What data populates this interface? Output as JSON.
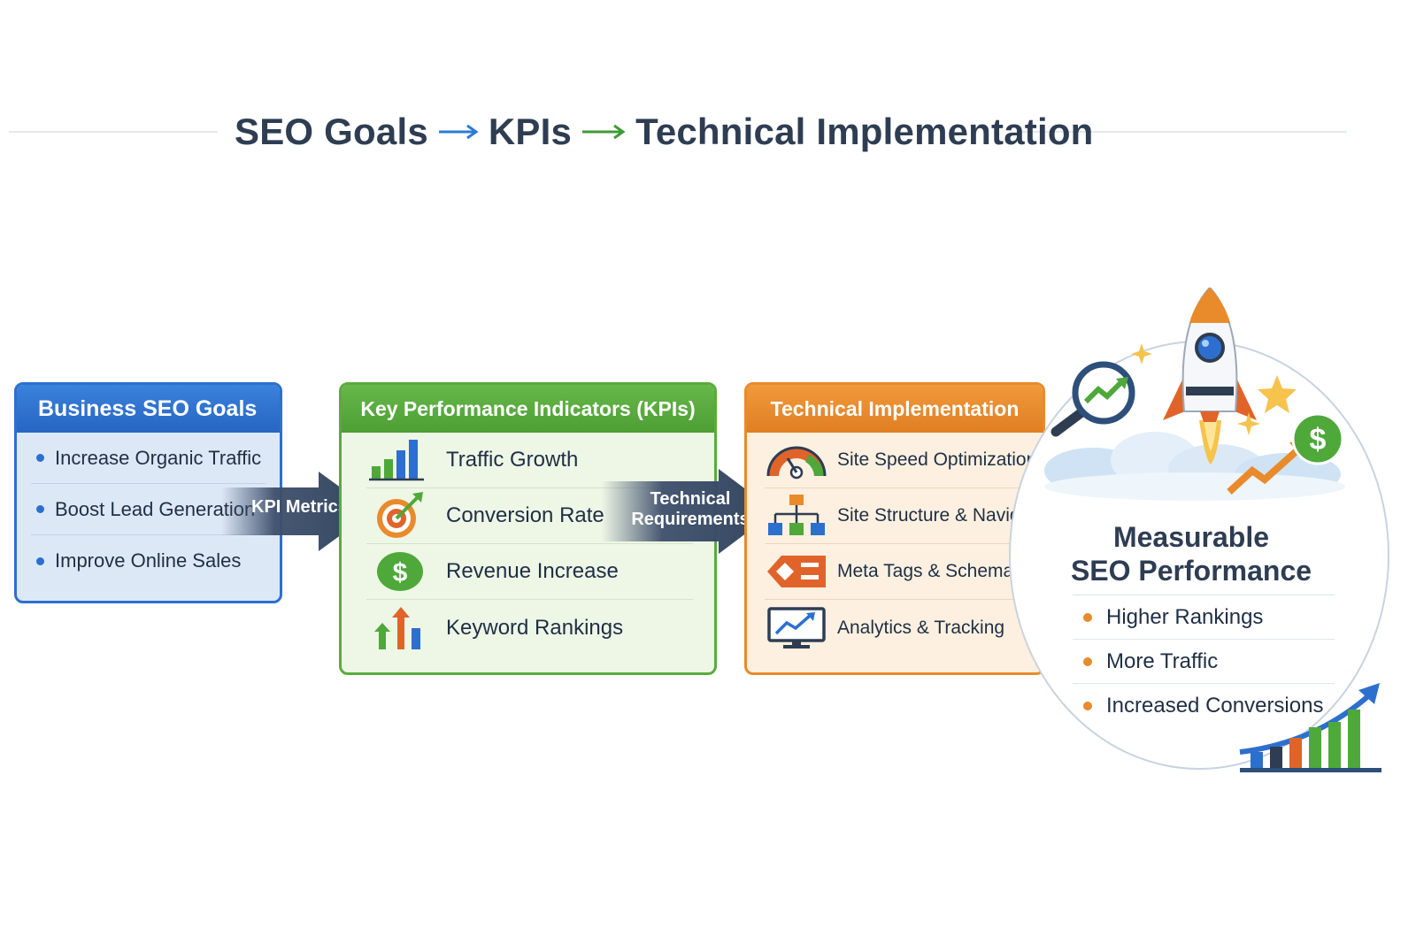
{
  "title": {
    "part1": "SEO Goals",
    "part2": "KPIs",
    "part3": "Technical Implementation"
  },
  "colors": {
    "blue": "#2d6fce",
    "green": "#58ac3c",
    "orange": "#e98a2b",
    "navy": "#3d4f6b"
  },
  "business": {
    "heading": "Business SEO Goals",
    "items": [
      "Increase Organic Traffic",
      "Boost Lead Generation",
      "Improve Online Sales"
    ]
  },
  "connector1": {
    "label": "KPI Metrics"
  },
  "kpi": {
    "heading": "Key Performance Indicators (KPIs)",
    "items": [
      {
        "label": "Traffic Growth",
        "icon": "bar-chart-icon"
      },
      {
        "label": "Conversion Rate",
        "icon": "target-icon"
      },
      {
        "label": "Revenue Increase",
        "icon": "dollar-icon"
      },
      {
        "label": "Keyword Rankings",
        "icon": "rising-bars-icon"
      }
    ]
  },
  "connector2": {
    "line1": "Technical",
    "line2": "Requirements"
  },
  "technical": {
    "heading": "Technical Implementation",
    "items": [
      {
        "label": "Site Speed Optimization",
        "icon": "speedometer-icon"
      },
      {
        "label": "Site Structure & Navigation",
        "icon": "sitemap-icon"
      },
      {
        "label": "Meta Tags & Schema",
        "icon": "tag-icon"
      },
      {
        "label": "Analytics & Tracking",
        "icon": "monitor-chart-icon"
      }
    ]
  },
  "results": {
    "title_line1": "Measurable",
    "title_line2": "SEO Performance",
    "items": [
      "Higher Rankings",
      "More Traffic",
      "Increased Conversions"
    ]
  }
}
